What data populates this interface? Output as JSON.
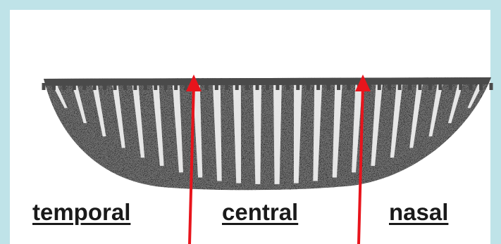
{
  "labels": {
    "temporal": "temporal",
    "central": "central",
    "nasal": "nasal"
  },
  "colors": {
    "border": "#bfe3e8",
    "background": "#ffffff",
    "arrow": "#e8141c",
    "lens_dark": "#4a4a4a",
    "lens_light": "#f2f2f2",
    "text": "#1a1a1a"
  }
}
